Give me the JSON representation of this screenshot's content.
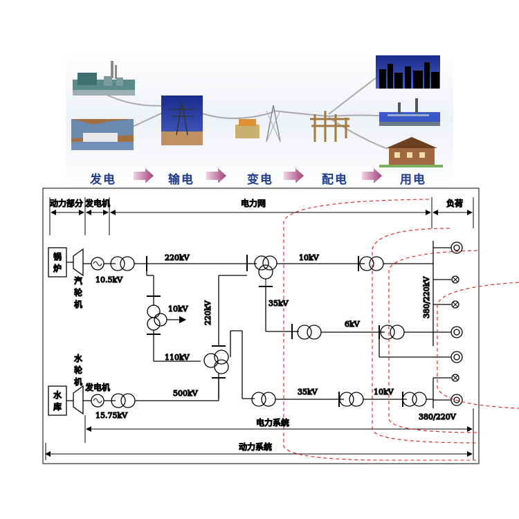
{
  "flow": {
    "stages": [
      "发电",
      "输电",
      "变电",
      "配电",
      "用电"
    ]
  },
  "diagram": {
    "header": {
      "power_part": "动力部分",
      "generator": "发电机",
      "grid": "电力网",
      "load": "负荷"
    },
    "left": {
      "boiler": "锅炉",
      "steam_turbine": "汽轮机",
      "water_turbine": "水轮机",
      "reservoir": "水库",
      "hydro_generator": "发电机"
    },
    "voltages": {
      "v_10_5": "10.5kV",
      "v_220_top": "220kV",
      "v_10_mid": "10kV",
      "v_220_vert": "220kV",
      "v_110": "110kV",
      "v_500": "500kV",
      "v_15_75": "15.75kV",
      "v_10_right": "10kV",
      "v_35_vert": "35kV",
      "v_6": "6kV",
      "v_35_bottom": "35kV",
      "v_10_bottom": "10kV",
      "v_380_220_vert": "380/220kV",
      "v_380_220_bottom": "380/220V"
    },
    "footer": {
      "power_system": "电力系统",
      "dynamic_system": "动力系统"
    }
  },
  "colors": {
    "stage_text": "#1f3a8a",
    "arrow": "#c070a0",
    "dashed": "#e01818",
    "line": "#000000"
  }
}
